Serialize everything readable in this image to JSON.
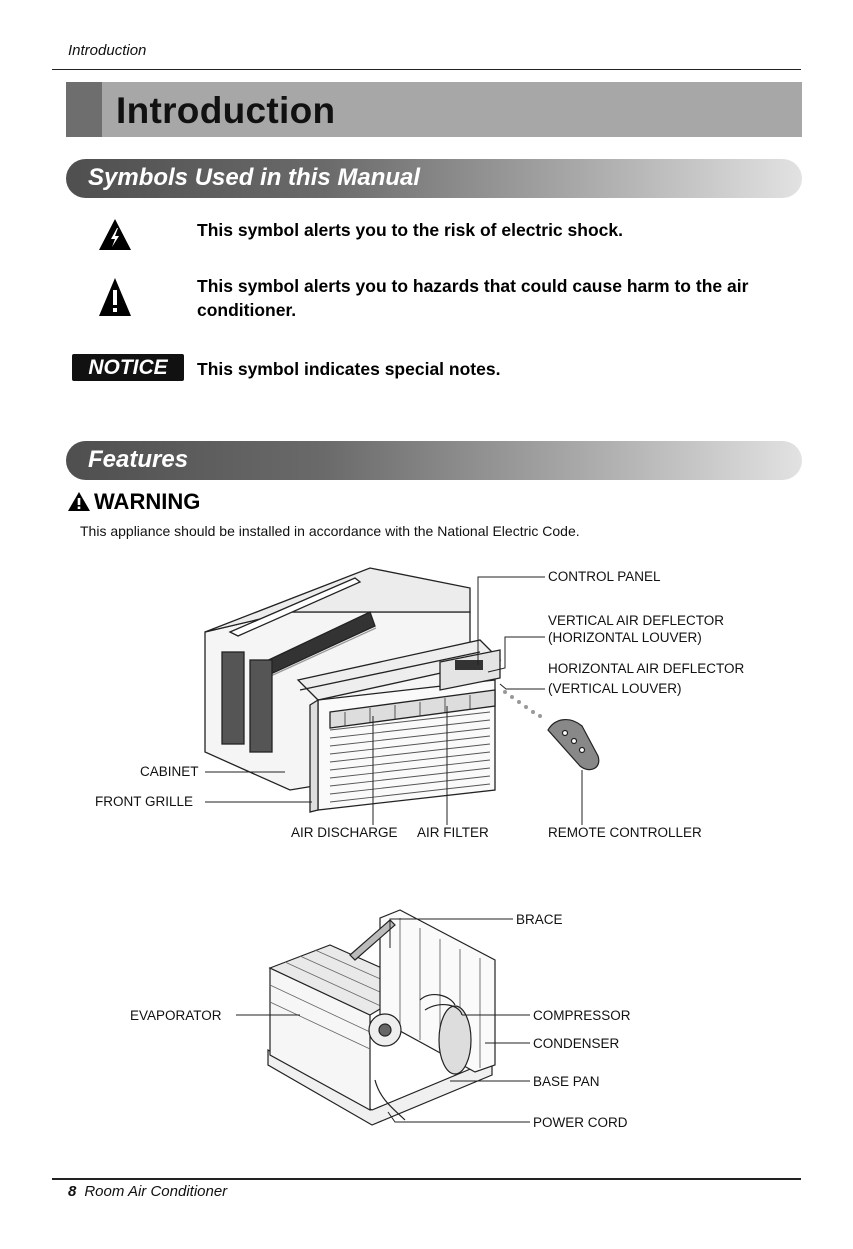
{
  "header": {
    "running_title": "Introduction"
  },
  "title": "Introduction",
  "sections": {
    "symbols": {
      "heading": "Symbols Used in this Manual",
      "items": [
        {
          "icon": "electric-shock-icon",
          "text": "This symbol alerts you to the risk of electric shock."
        },
        {
          "icon": "hazard-exclamation-icon",
          "text": "This symbol alerts you to hazards that could cause harm to the air conditioner."
        },
        {
          "icon": "notice-badge",
          "badge": "NOTICE",
          "text": "This symbol indicates special notes."
        }
      ]
    },
    "features": {
      "heading": "Features",
      "warning_title": "WARNING",
      "warning_text": "This appliance should be installed in accordance with the National Electric Code."
    }
  },
  "diagram1": {
    "labels": {
      "control_panel": "CONTROL PANEL",
      "vertical_deflector_1": "VERTICAL AIR DEFLECTOR",
      "vertical_deflector_2": "(HORIZONTAL LOUVER)",
      "horizontal_deflector_1": "HORIZONTAL AIR DEFLECTOR",
      "horizontal_deflector_2": "(VERTICAL LOUVER)",
      "cabinet": "CABINET",
      "front_grille": "FRONT GRILLE",
      "air_discharge": "AIR DISCHARGE",
      "air_filter": "AIR FILTER",
      "remote_controller": "REMOTE CONTROLLER"
    }
  },
  "diagram2": {
    "labels": {
      "brace": "BRACE",
      "evaporator": "EVAPORATOR",
      "compressor": "COMPRESSOR",
      "condenser": "CONDENSER",
      "base_pan": "BASE PAN",
      "power_cord": "POWER CORD"
    }
  },
  "footer": {
    "page_number": "8",
    "title": "Room Air Conditioner"
  }
}
